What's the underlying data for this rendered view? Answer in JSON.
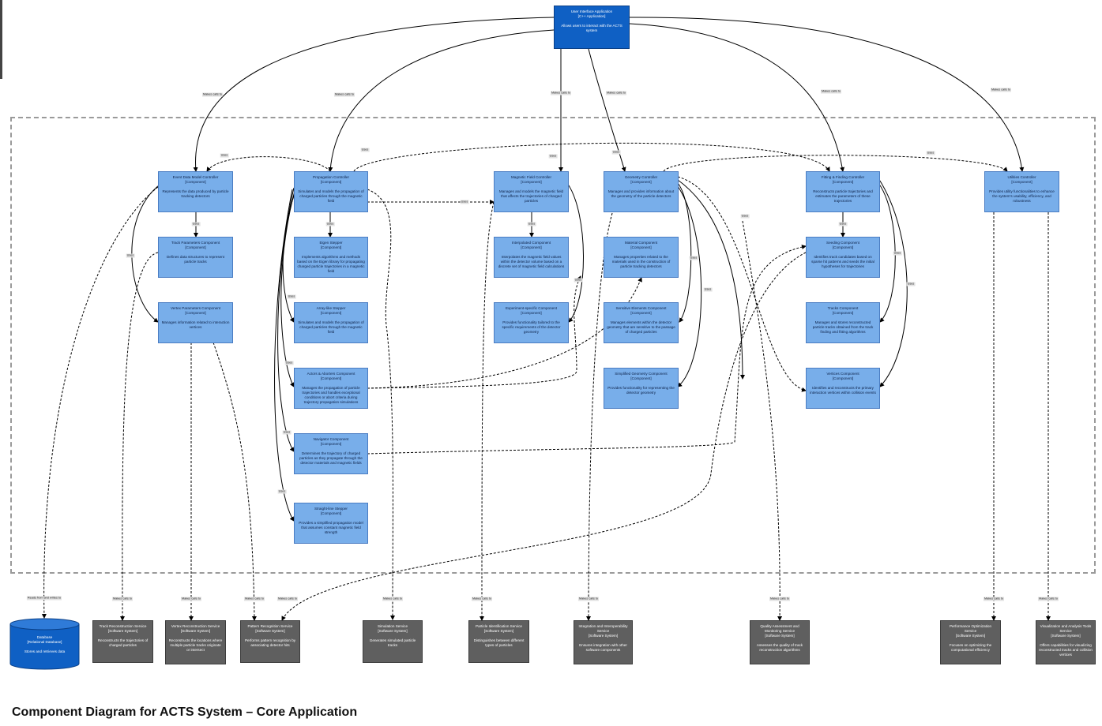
{
  "title": "Component Diagram for ACTS System – Core Application",
  "user_app": {
    "name": "User Interface Application",
    "kind": "[C++ Application]",
    "desc": "Allows users to interact with the ACTS system"
  },
  "components": [
    {
      "name": "Event Data Model Controller",
      "kind": "[Component]",
      "desc": "Represents the data produced by particle tracking detectors"
    },
    {
      "name": "Track Parameters Component",
      "kind": "[Component]",
      "desc": "Defines data structures to represent particle tracks"
    },
    {
      "name": "Vertex Parameters Component",
      "kind": "[Component]",
      "desc": "Manages information related to interaction vertices"
    },
    {
      "name": "Propagation Controller",
      "kind": "[Component]",
      "desc": "Simulates and models the propagation of charged particles through the magnetic field"
    },
    {
      "name": "Eigen Stepper",
      "kind": "[Component]",
      "desc": "Implements algorithms and methods based on the Eigen library for propagating charged particle trajectories in a magnetic field"
    },
    {
      "name": "Array-like Stepper",
      "kind": "[Component]",
      "desc": "Simulates and models the propagation of charged particles through the magnetic field"
    },
    {
      "name": "Actors & Aborters Component",
      "kind": "[Component]",
      "desc": "Manages the propagation of particle trajectories and handles exceptional conditions or abort criteria during trajectory propagation simulations"
    },
    {
      "name": "Navigator Component",
      "kind": "[Component]",
      "desc": "Determines the trajectory of charged particles as they propagate through the detector materials and magnetic fields"
    },
    {
      "name": "Straight-line Stepper",
      "kind": "[Component]",
      "desc": "Provides a simplified propagation model that assumes constant magnetic field strength"
    },
    {
      "name": "Magnetic Field Controller",
      "kind": "[Component]",
      "desc": "Manages and models the magnetic field that affects the trajectories of charged particles"
    },
    {
      "name": "Interpolated Component",
      "kind": "[Component]",
      "desc": "Interpolates the magnetic field values within the detector volume based on a discrete set of magnetic field calculations"
    },
    {
      "name": "Experiment-specific Component",
      "kind": "[Component]",
      "desc": "Provides functionality tailored to the specific requirements of the detector geometry"
    },
    {
      "name": "Geometry Controller",
      "kind": "[Component]",
      "desc": "Manages and provides information about the geometry of the particle detectors"
    },
    {
      "name": "Material Component",
      "kind": "[Component]",
      "desc": "Manages properties related to the materials used in the construction of particle tracking detectors"
    },
    {
      "name": "Sensitive Elements Component",
      "kind": "[Component]",
      "desc": "Manages elements within the detector geometry that are sensitive to the passage of charged particles"
    },
    {
      "name": "Simplified Geometry Component",
      "kind": "[Component]",
      "desc": "Provides functionality for representing the detector geometry"
    },
    {
      "name": "Fitting & Finding Controller",
      "kind": "[Component]",
      "desc": "Reconstructs particle trajectories and estimates the parameters of these trajectories"
    },
    {
      "name": "Seeding Component",
      "kind": "[Component]",
      "desc": "Identifies track candidates based on sparse hit patterns and seeds the initial hypotheses for trajectories"
    },
    {
      "name": "Tracks Component",
      "kind": "[Component]",
      "desc": "Manages and stores reconstructed particle tracks obtained from the track finding and fitting algorithms"
    },
    {
      "name": "Vertices Component",
      "kind": "[Component]",
      "desc": "Identifies and reconstructs the primary interaction vertices within collision events"
    },
    {
      "name": "Utilities Controller",
      "kind": "[Component]",
      "desc": "Provides utility functionalities to enhance the system's usability, efficiency, and robustness"
    }
  ],
  "database": {
    "name": "Database",
    "kind": "[Relational Database]",
    "desc": "Stores and retrieves data"
  },
  "services": [
    {
      "name": "Track Reconstruction Service",
      "kind": "[Software System]",
      "desc": "Reconstructs the trajectories of charged particles"
    },
    {
      "name": "Vertex Reconstruction Service",
      "kind": "[Software System]",
      "desc": "Reconstructs the locations where multiple particle tracks originate or intersect"
    },
    {
      "name": "Pattern Recognition Service",
      "kind": "[Software System]",
      "desc": "Performs pattern recognition by associating detector hits"
    },
    {
      "name": "Simulation Service",
      "kind": "[Software System]",
      "desc": "Generates simulated particle tracks"
    },
    {
      "name": "Particle Identification Service",
      "kind": "[Software System]",
      "desc": "Distinguishes between different types of particles"
    },
    {
      "name": "Integration and Interoperability Service",
      "kind": "[Software System]",
      "desc": "Ensures integration with other software components"
    },
    {
      "name": "Quality Assessment and Monitoring Service",
      "kind": "[Software System]",
      "desc": "Assesses the quality of track reconstruction algorithms"
    },
    {
      "name": "Performance Optimization Service",
      "kind": "[Software System]",
      "desc": "Focuses on optimizing the computational efficiency"
    },
    {
      "name": "Visualization and Analysis Tools Service",
      "kind": "[Software System]",
      "desc": "Offers capabilities for visualizing reconstructed tracks and collision vertices"
    }
  ],
  "relationships": {
    "makes_calls": "Makes calls to",
    "uses": "Uses",
    "reads_writes": "Reads from and writes to"
  }
}
